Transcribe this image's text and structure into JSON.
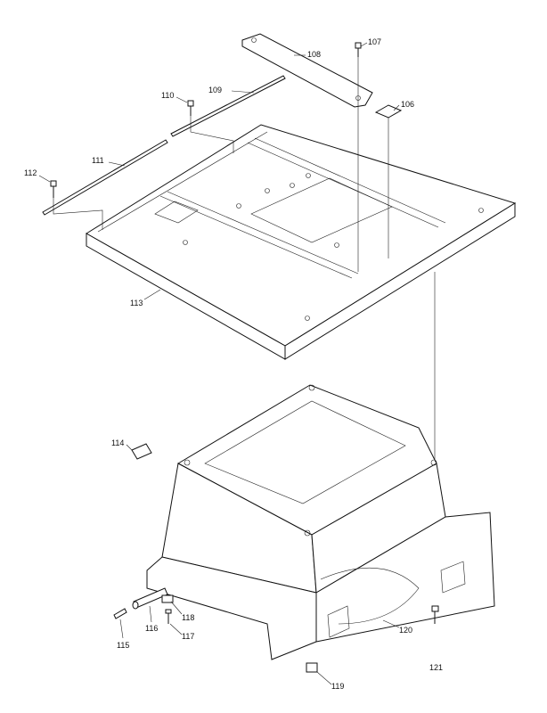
{
  "diagram": {
    "type": "exploded-parts-view",
    "parts": [
      {
        "id": "p106",
        "label": "106"
      },
      {
        "id": "p107",
        "label": "107"
      },
      {
        "id": "p108",
        "label": "108"
      },
      {
        "id": "p109",
        "label": "109"
      },
      {
        "id": "p110",
        "label": "110"
      },
      {
        "id": "p111",
        "label": "111"
      },
      {
        "id": "p112",
        "label": "112"
      },
      {
        "id": "p113",
        "label": "113"
      },
      {
        "id": "p114",
        "label": "114"
      },
      {
        "id": "p115",
        "label": "115"
      },
      {
        "id": "p116",
        "label": "116"
      },
      {
        "id": "p117",
        "label": "117"
      },
      {
        "id": "p118",
        "label": "118"
      },
      {
        "id": "p119",
        "label": "119"
      },
      {
        "id": "p120",
        "label": "120"
      },
      {
        "id": "p121",
        "label": "121"
      }
    ]
  }
}
